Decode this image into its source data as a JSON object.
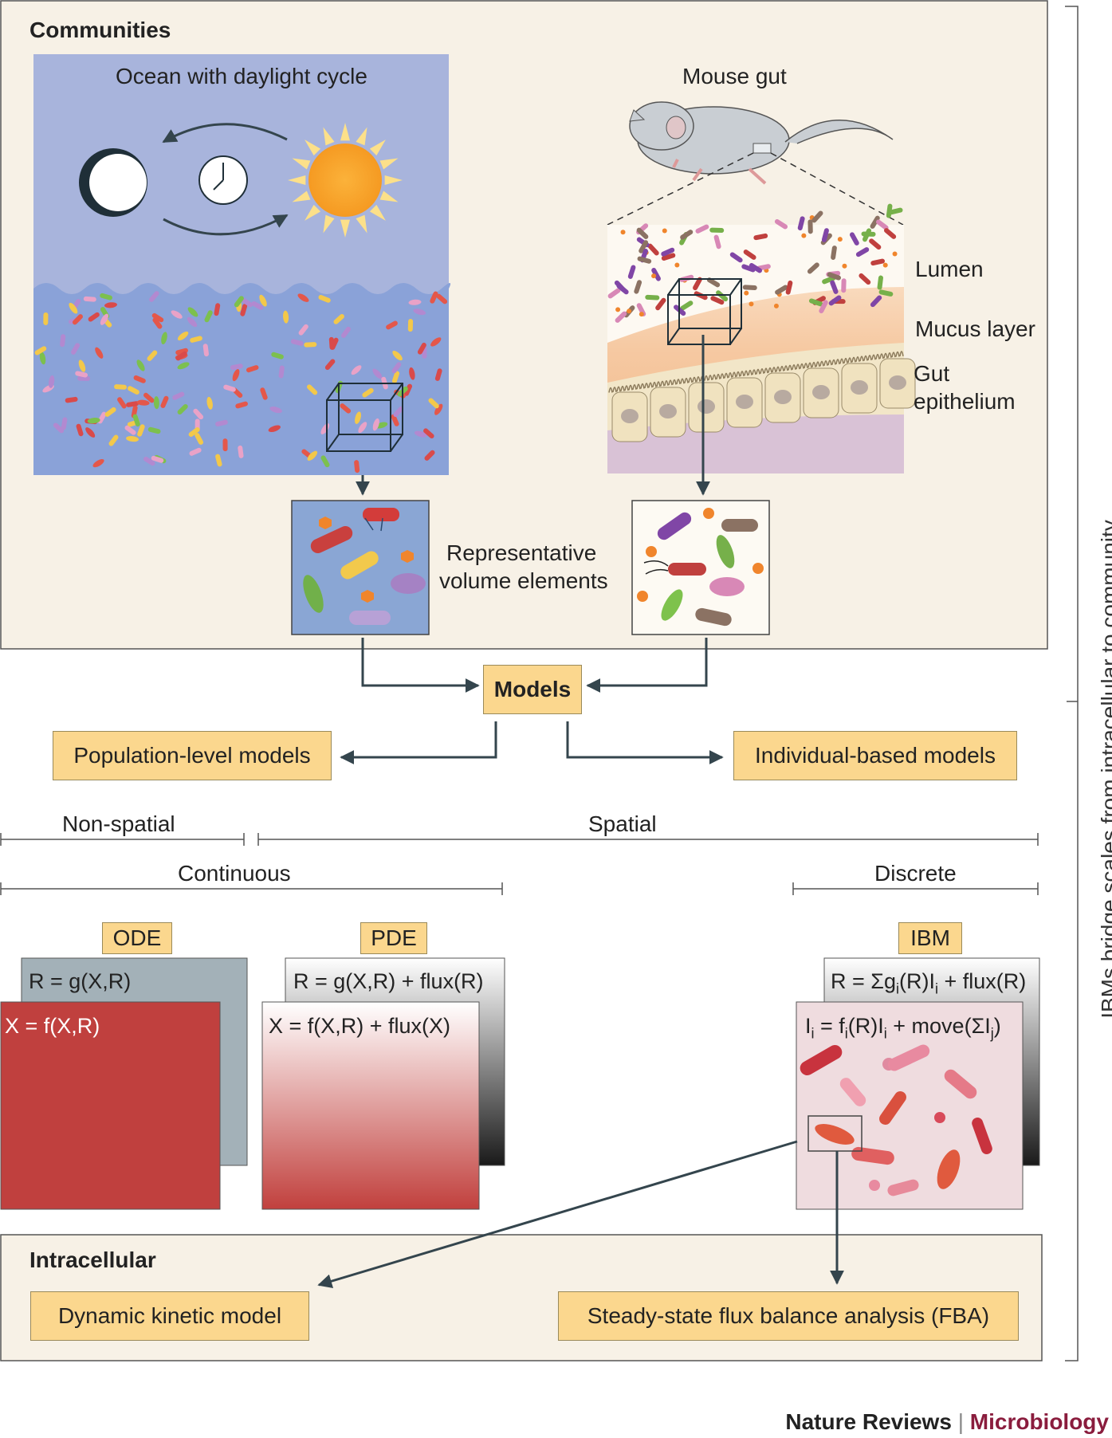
{
  "communities": {
    "heading": "Communities",
    "ocean_title": "Ocean with daylight cycle",
    "mouse_title": "Mouse gut",
    "gut_layers": [
      "Lumen",
      "Mucus layer",
      "Gut",
      "epithelium"
    ],
    "rve_label_line1": "Representative",
    "rve_label_line2": "volume elements"
  },
  "models": {
    "center": "Models",
    "left": "Population-level models",
    "right": "Individual-based models"
  },
  "scales": {
    "non_spatial": "Non-spatial",
    "spatial": "Spatial",
    "continuous": "Continuous",
    "discrete": "Discrete"
  },
  "equations": {
    "ode_tag": "ODE",
    "pde_tag": "PDE",
    "ibm_tag": "IBM",
    "ode_r": "R = g(X,R)",
    "ode_x": "X = f(X,R)",
    "pde_r": "R = g(X,R) + flux(R)",
    "pde_x": "X = f(X,R) + flux(X)",
    "ibm_r_a": "R = Σg",
    "ibm_r_sub1": "i",
    "ibm_r_b": "(R)I",
    "ibm_r_sub2": "i",
    "ibm_r_c": " + flux(R)",
    "ibm_i_a": "I",
    "ibm_i_sub1": "i",
    "ibm_i_b": " = f",
    "ibm_i_sub2": "i",
    "ibm_i_c": "(R)I",
    "ibm_i_sub3": "i",
    "ibm_i_d": " + move(ΣI",
    "ibm_i_sub4": "j",
    "ibm_i_e": ")"
  },
  "intracellular": {
    "heading": "Intracellular",
    "left": "Dynamic kinetic model",
    "right": "Steady-state flux balance analysis (FBA)"
  },
  "side_label": "IBMs bridge scales from intracellular to community",
  "footer": {
    "journal": "Nature Reviews",
    "separator": "|",
    "section": "Microbiology"
  },
  "colors": {
    "panel_bg": "#f7f1e6",
    "box_fill": "#fbd78e",
    "arrow": "#34454d",
    "ode_red": "#c0403e",
    "ode_grey": "#a3b1b8",
    "brand": "#8a1c3d"
  }
}
